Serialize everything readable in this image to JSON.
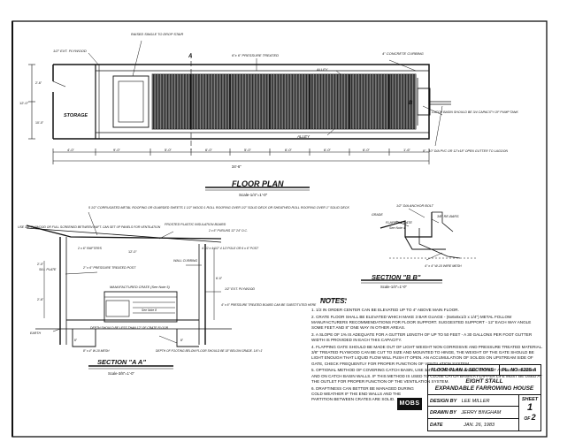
{
  "floor_plan": {
    "title": "FLOOR PLAN",
    "scale": "Scale-1/4\"=1'-0\"",
    "storage_label": "STORAGE",
    "alley_label": "ALLEY",
    "section_marker_a": "A",
    "section_marker_b": "B",
    "callouts": {
      "ext_plywood": "1/2\" EXT. PLYWOOD",
      "raised_single": "RAISED SINGLE TO DROP STAIR",
      "pressure_treated": "6\"x 6\" PRESSURE TREATED",
      "concrete_curbing": "4\" CONCRETE CURBING",
      "alley_top": "ALLEY",
      "catch_basin": "CATCH BASIN SHOULD BE 3/4 CAPACITY OF PUMP TANK",
      "pipe": "8\" - 10\" DIA PVC OR 12\"x18\" OPEN GUTTER TO LAGOON"
    },
    "dims": [
      "4'-0\"",
      "9'-0\"",
      "5'-0\"",
      "6'-0\"",
      "5'-0\"",
      "6'-0\"",
      "6'-0\"",
      "6'-0\"",
      "1'-6\"",
      "34'-6\"",
      "12'-0\"",
      "2'-6\"",
      "10'-0\""
    ]
  },
  "section_bb": {
    "title": "SECTION \"B B\"",
    "scale": "Scale-1/4\"=1'-0\"",
    "callouts": {
      "bolt": "1/2\" DIA ANCHOR BOLT",
      "rebar": "3/8\" RE-BARS",
      "flap": "FLAPPING GATE",
      "see_note": "See Note 4",
      "grade": "GRADE",
      "wire_mesh": "4\" x 4\" W-10 WIRE MESH"
    }
  },
  "section_aa": {
    "title": "SECTION \"A A\"",
    "scale": "Scale-3/8\"=1'-0\"",
    "callouts": {
      "corrugated": "5 1/2\" CORRUGATED METAL ROOFING OR GUARDED SHEETS 1 1/2\" WOOD 1 ROLL ROOFING OVER 1/2\" SOLID DECK OR SHEATHED ROLL ROOFING OVER 1\" SOLID DECK",
      "screen": "USE 3/4\" PLYWOOD OR FULL SCREENED BETWEEN RAFT. CAN SET UP PANELS FOR VENTILATION",
      "frosted": "FROSTED PLASTIC INSULATION BOARD",
      "purlins": "2 x 6\" PURLINS 12\" 24\" O.C.",
      "post": "4 1/2 x 4 1/2\" 4 1/2 POLE OR 6 x 6\" POST",
      "rafters": "2 x 6\" RAFTERS",
      "sill": "SILL PLATE",
      "wall_curbing": "WALL CURBING",
      "pressure": "2\" x 6\" PRESSURE TREATED POST",
      "plywood": "1/2\" EXT. PLYWOOD",
      "gate": "MANUFACTURED CRATE (See Note 5)",
      "bolted": "4\" x 6\" PRESSURE TREATED BOARD CAN BE SUBSTITUTED HERE",
      "see_note": "See Note 8",
      "depth": "DEPTH SHOULD BE LESS THAN 12\" OF CRATE FLOOR",
      "earth": "EARTH",
      "gravel": "8\" x 4\" W-10 MESH",
      "footing": "DEPTH OF FOOTING BELOW FLOOR SHOULD BE 18\" BELOW GRADE. 1/4\"=1'"
    },
    "dims": [
      "2'-0\"",
      "2'-6\"",
      "12'-0\"",
      "6'-0\"",
      "8\"",
      "8\""
    ]
  },
  "notes": {
    "heading": "NOTES:",
    "items": [
      "1. 1/2 IN ORDER CENTER CAN BE ELEVATED UP TO 4\" ABOVE MAIN FLOOR.",
      "2. CRATE FLOOR SHALL BE ELEVATED WHICH MAKE 3 BAR GUAGE - (6x6x6x1/2 x 1/4\") METAL FOLLOW MANUFACTURERS RECOMMENDATIONS FOR FLOOR SUPPORT. SUGGESTED SUPPORT - 12\" EACH WAY ANGLE SOME FEET AND 8\" ONE WAY IN OTHER AREAS.",
      "3. A SLOPE OF 1% IS ADEQUATE FOR A GUTTER LENGTH OF UP TO 50 FEET - A 30 GALLONS PER FOOT GUTTER WIDTH IS PROVIDED IN EACH THIS CAPACITY.",
      "4. FLAPPING GATE SHOULD BE MADE OUT OF LIGHT WEIGHT NON CORROSIVE AND PRESSURE TREATED MATERIAL. 3/8\" TREATED PLYWOOD CAN BE CUT TO SIZE AND MOUNTED TO HINGE, THE WEIGHT OF THE GATE SHOULD BE LIGHT ENOUGH THAT LIQUID FLOW WILL PUSH IT OPEN. AN ACCUMULATION OF SOLIDS ON UPSTREAM SIDE OF GATE, CHECK FREQUENTLY FOR PROPER FUNCTION OF VENTILATION SYSTEM.",
      "5. OPTIONAL METHOD OF COVERING CATCH BASIN, USE 3/4\" EXT. PLYWOOD. MAKE AIRTIGHT AGAINST HOUSING AND ON CATCH BASIN WALLS. IF THIS METHOD IS USED TO CLOSE CATCH BASIN A FLAPPER LIFE MUST BE USED AT THE OUTLET FOR PROPER FUNCTION OF THE VENTILATION SYSTEM.",
      "6. DRAFTINESS CAN BETTER BE MANAGED DURING COLD WEATHER IF THE END WALLS AND THE PARTITION BETWEEN CRATES ARE SOLID."
    ]
  },
  "title_block": {
    "drawing_title": "FLOOR PLAN & SECTIONS",
    "plan_no_label": "PL. NO.",
    "plan_no": "6225-A",
    "project_line1": "EIGHT STALL",
    "project_line2": "EXPANDABLE FARROWING HOUSE",
    "logo_text": "MOBS",
    "design_label": "DESIGN BY",
    "design_value": "LEE MILLER",
    "drawn_label": "DRAWN BY",
    "drawn_value": "JERRY BINGHAM",
    "date_label": "DATE",
    "date_value": "JAN. 26, 1983",
    "sheet_label": "SHEET",
    "sheet_no": "1",
    "sheet_of": "OF",
    "sheet_total": "2"
  }
}
